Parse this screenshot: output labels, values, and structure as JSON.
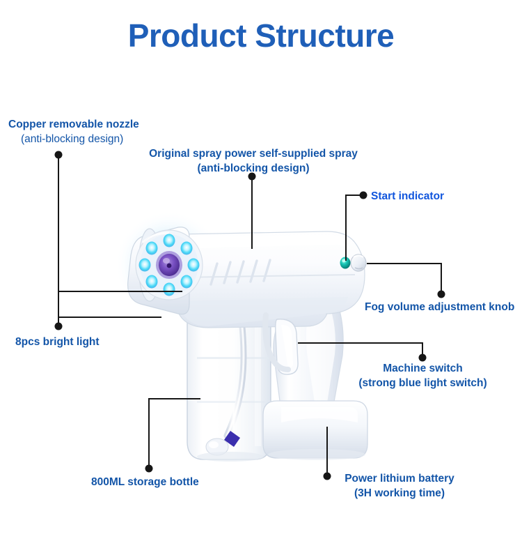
{
  "page": {
    "title": "Product Structure",
    "title_color": "#1f5fb8",
    "background": "#ffffff",
    "label_color": "#1355a8",
    "accent_color": "#1055dd",
    "leader_color": "#161616"
  },
  "callouts": [
    {
      "id": "copper-nozzle",
      "line1": "Copper removable nozzle",
      "line2": "(anti-blocking design)",
      "sub_regular": true
    },
    {
      "id": "original-spray",
      "line1": "Original spray power self-supplied spray",
      "line2": "(anti-blocking design)",
      "sub_regular": false
    },
    {
      "id": "start-indicator",
      "line1": "Start indicator",
      "line2": "",
      "sub_regular": false
    },
    {
      "id": "fog-volume-knob",
      "line1": "Fog volume adjustment knob",
      "line2": "",
      "sub_regular": false
    },
    {
      "id": "machine-switch",
      "line1": "Machine switch",
      "line2": "(strong blue light switch)",
      "sub_regular": false
    },
    {
      "id": "bright-light",
      "line1": "8pcs bright light",
      "line2": "",
      "sub_regular": false
    },
    {
      "id": "storage-bottle",
      "line1": "800ML storage bottle",
      "line2": "",
      "sub_regular": false
    },
    {
      "id": "power-battery",
      "line1": "Power lithium battery",
      "line2": "(3H working time)",
      "sub_regular": false
    }
  ],
  "product": {
    "name": "nano blue light spray gun",
    "led_count": 8,
    "led_color": "#4fe3ff",
    "nozzle_color": "#6c3fb5",
    "indicator_color": "#17c4b4",
    "body_color": "#f4f7fb",
    "tube_fitting_color": "#3b2fae"
  }
}
